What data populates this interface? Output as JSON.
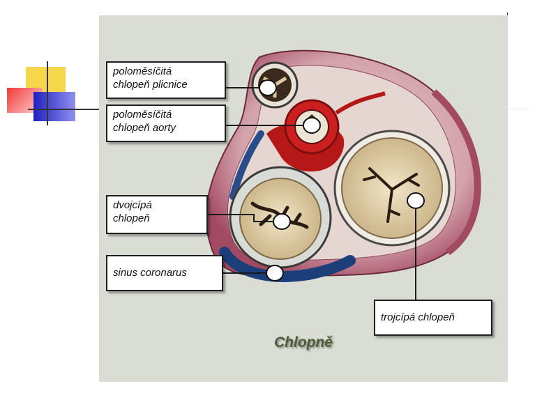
{
  "title": "Chlopně",
  "labels": {
    "pulmonary": [
      "poloměsíčitá",
      "chlopeň plicnice"
    ],
    "aortic": [
      "poloměsíčitá",
      "chlopeň aorty"
    ],
    "mitral": [
      "dvojcípá",
      "chlopeň"
    ],
    "sinus": [
      "sinus coronarus"
    ],
    "tricuspid": [
      "trojcípá chlopeň"
    ]
  },
  "colors": {
    "panel": "#d9ddd3",
    "muscle": "#b0566e",
    "aorta": "#cc1f1f",
    "cusp": "#d9c7a0",
    "sinus": "#1c3f7a",
    "title": "#4e5a38"
  }
}
